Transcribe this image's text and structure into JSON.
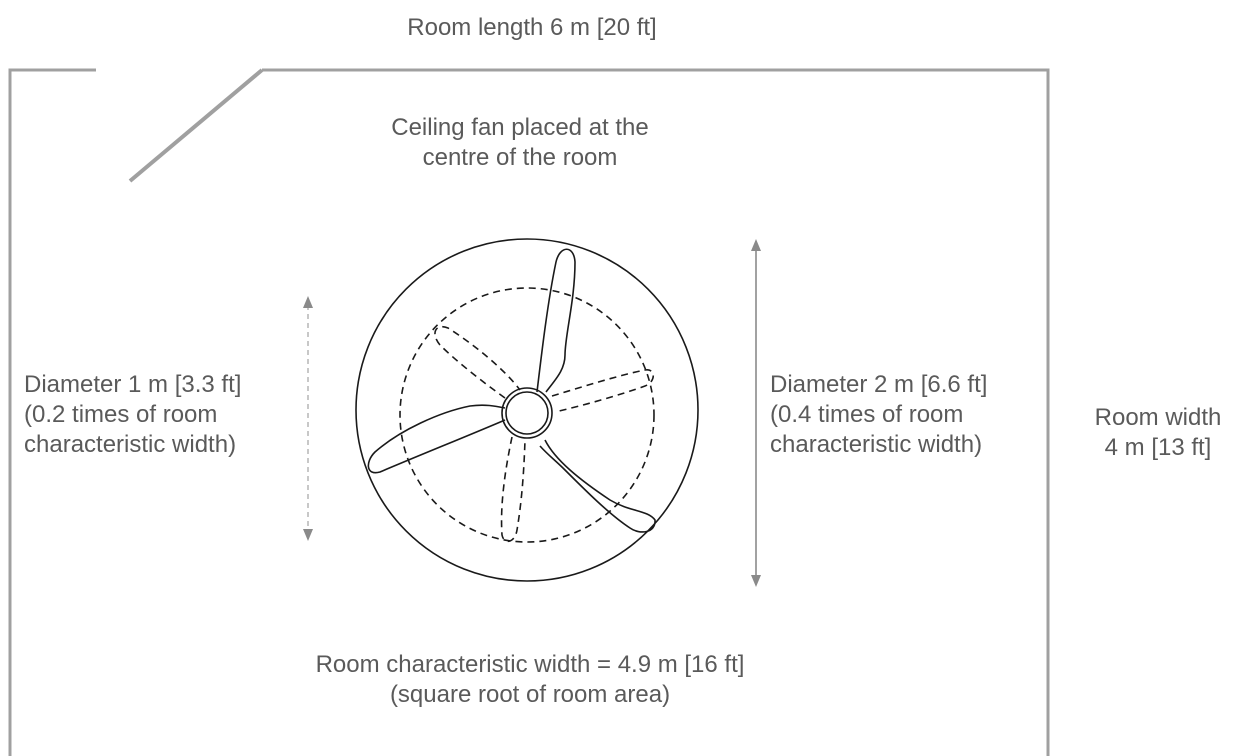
{
  "room": {
    "length_label": "Room length 6 m [20 ft]",
    "width_label": [
      "Room width",
      "4 m [13 ft]"
    ]
  },
  "fan_note": [
    "Ceiling fan placed at the",
    "centre of the room"
  ],
  "small_diameter": [
    "Diameter 1 m [3.3 ft]",
    "(0.2 times of room",
    "characteristic width)"
  ],
  "large_diameter": [
    "Diameter 2 m [6.6 ft]",
    "(0.4 times of room",
    "characteristic width)"
  ],
  "characteristic_width": [
    "Room characteristic width = 4.9 m [16 ft]",
    "(square root of room area)"
  ],
  "colors": {
    "wall": "#a0a0a0",
    "ink": "#1a1a1a",
    "text": "#5a5a5a",
    "arrow": "#8a8a8a"
  }
}
